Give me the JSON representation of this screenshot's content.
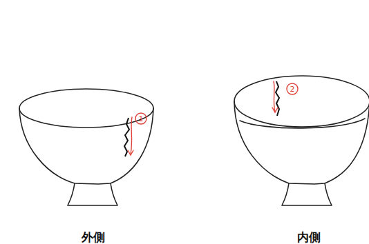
{
  "diagram": {
    "labels": [
      "1",
      "外側",
      "2",
      "内側"
    ]
  }
}
